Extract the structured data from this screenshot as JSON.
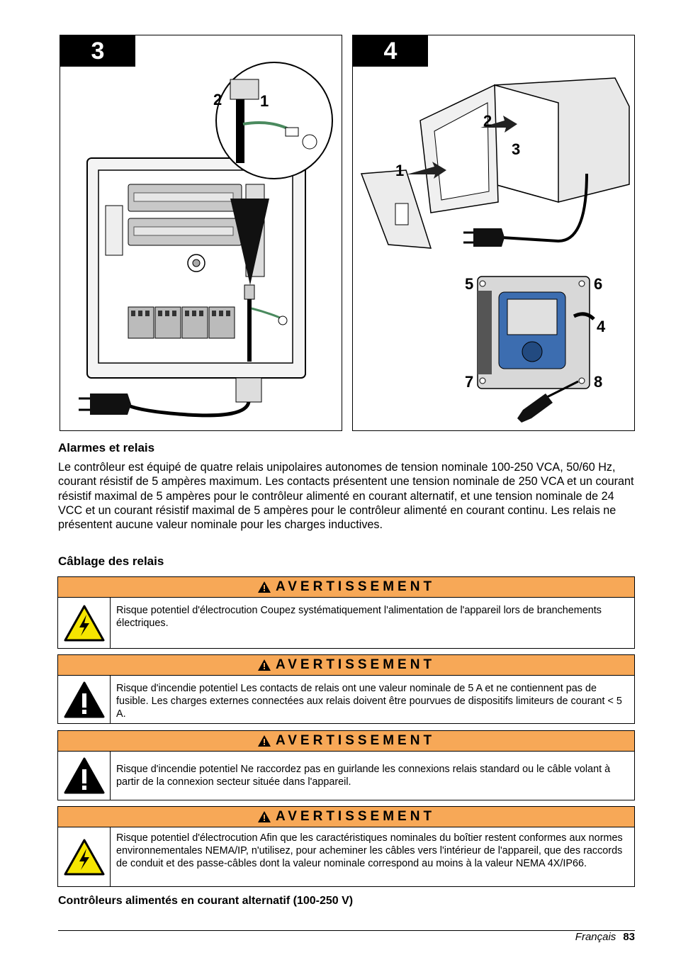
{
  "figures": {
    "fig3": {
      "number": "3",
      "callouts": [
        "2",
        "1"
      ]
    },
    "fig4": {
      "number": "4",
      "callouts": [
        "2",
        "3",
        "1",
        "5",
        "6",
        "4",
        "7",
        "8"
      ]
    }
  },
  "section1": {
    "heading": "Alarmes et relais",
    "paragraph": "Le contrôleur est équipé de quatre relais unipolaires autonomes de tension nominale 100-250 VCA, 50/60 Hz, courant résistif de 5 ampères maximum. Les contacts présentent une tension nominale de 250 VCA et un courant résistif maximal de 5 ampères pour le contrôleur alimenté en courant alternatif, et une tension nominale de 24 VCC et un courant résistif maximal de 5 ampères pour le contrôleur alimenté en courant continu. Les relais ne présentent aucune valeur nominale pour les charges inductives."
  },
  "section2": {
    "heading": "Câblage des relais"
  },
  "warnings": [
    {
      "title": "AVERTISSEMENT",
      "icon": "electric-shock-icon",
      "text": "Risque potentiel d'électrocution Coupez systématiquement l'alimentation de l'appareil lors de branchements électriques."
    },
    {
      "title": "AVERTISSEMENT",
      "icon": "exclamation-warning-icon",
      "text": "Risque d'incendie potentiel Les contacts de relais ont une valeur nominale de 5 A et ne contiennent pas de fusible. Les charges externes connectées aux relais doivent être pourvues de dispositifs limiteurs de courant < 5 A."
    },
    {
      "title": "AVERTISSEMENT",
      "icon": "exclamation-warning-icon",
      "text": "Risque d'incendie potentiel Ne raccordez pas en guirlande les connexions relais standard ou le câble volant à partir de la connexion secteur située dans l'appareil."
    },
    {
      "title": "AVERTISSEMENT",
      "icon": "electric-shock-icon",
      "text": "Risque potentiel d'électrocution Afin que les caractéristiques nominales du boîtier restent conformes aux normes environnementales NEMA/IP, n'utilisez, pour acheminer les câbles vers l'intérieur de l'appareil, que des raccords de conduit et des passe-câbles dont la valeur nominale correspond au moins à la valeur NEMA 4X/IP66."
    }
  ],
  "section3": {
    "heading": "Contrôleurs alimentés en courant alternatif (100-250 V)"
  },
  "footer": {
    "language": "Français",
    "page": "83"
  },
  "colors": {
    "warning_header": "#f7a857",
    "shock_yellow": "#f5e500"
  }
}
